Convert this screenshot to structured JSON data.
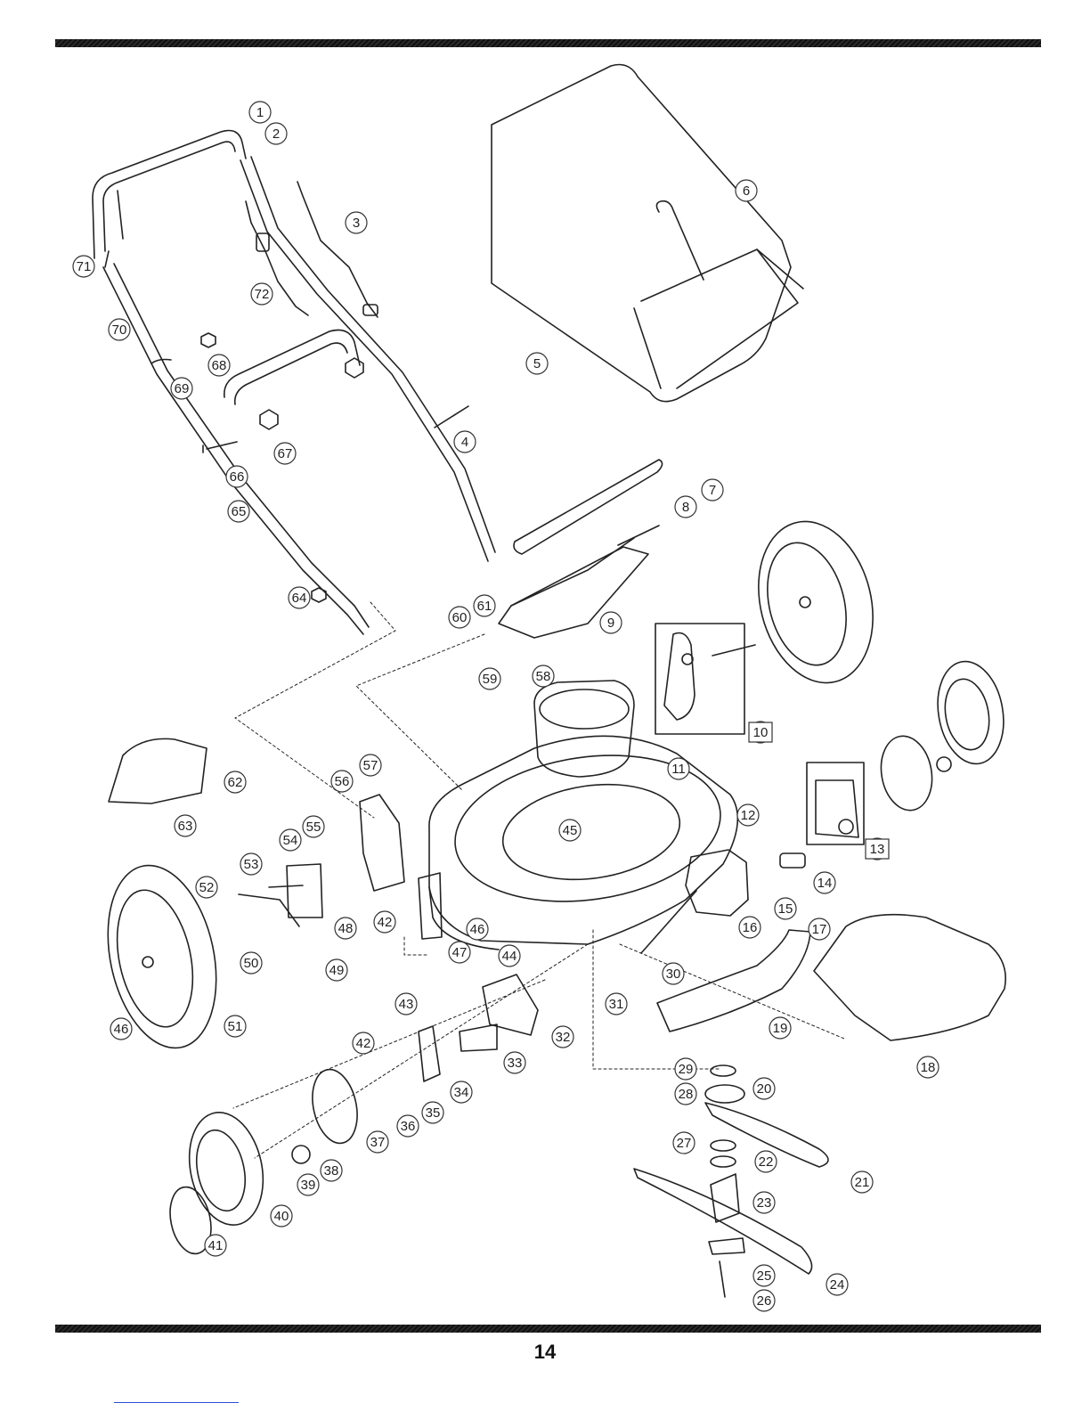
{
  "page": {
    "number": "14"
  },
  "callouts": [
    "1",
    "2",
    "3",
    "4",
    "5",
    "6",
    "7",
    "8",
    "9",
    "10",
    "11",
    "12",
    "13",
    "14",
    "15",
    "16",
    "17",
    "18",
    "19",
    "20",
    "21",
    "22",
    "23",
    "24",
    "25",
    "26",
    "27",
    "28",
    "29",
    "30",
    "31",
    "32",
    "33",
    "34",
    "35",
    "36",
    "37",
    "38",
    "39",
    "40",
    "41",
    "42",
    "42",
    "43",
    "44",
    "45",
    "46",
    "46",
    "47",
    "48",
    "49",
    "50",
    "51",
    "52",
    "53",
    "54",
    "55",
    "56",
    "57",
    "58",
    "59",
    "60",
    "61",
    "62",
    "63",
    "64",
    "65",
    "66",
    "67",
    "68",
    "69",
    "70",
    "71",
    "72"
  ],
  "boxed_labels": [
    "10",
    "13"
  ]
}
